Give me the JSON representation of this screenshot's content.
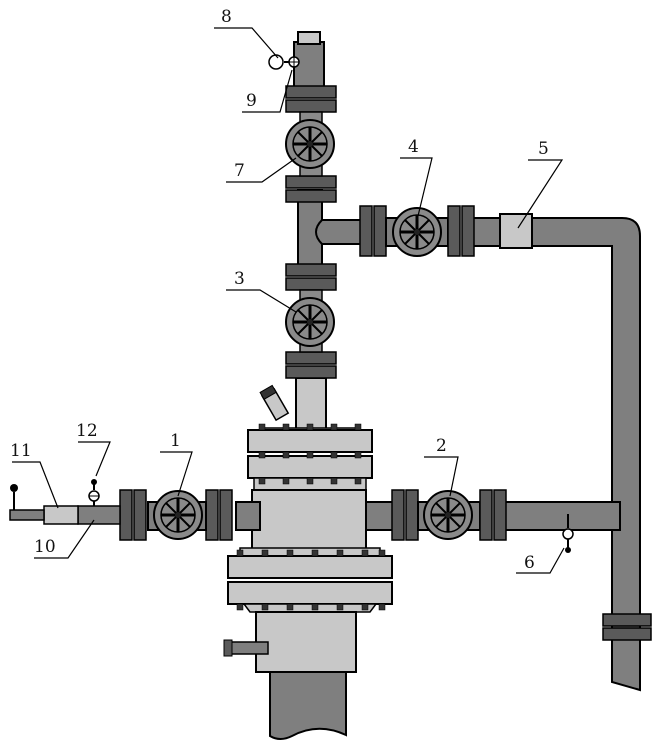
{
  "colors": {
    "pipe": "#7f7f7f",
    "body": "#c8c8c8",
    "flange": "#5a5a5a",
    "outline": "#000000",
    "background": "#ffffff"
  },
  "labels": {
    "l1": "1",
    "l2": "2",
    "l3": "3",
    "l4": "4",
    "l5": "5",
    "l6": "6",
    "l7": "7",
    "l8": "8",
    "l9": "9",
    "l10": "10",
    "l11": "11",
    "l12": "12"
  }
}
